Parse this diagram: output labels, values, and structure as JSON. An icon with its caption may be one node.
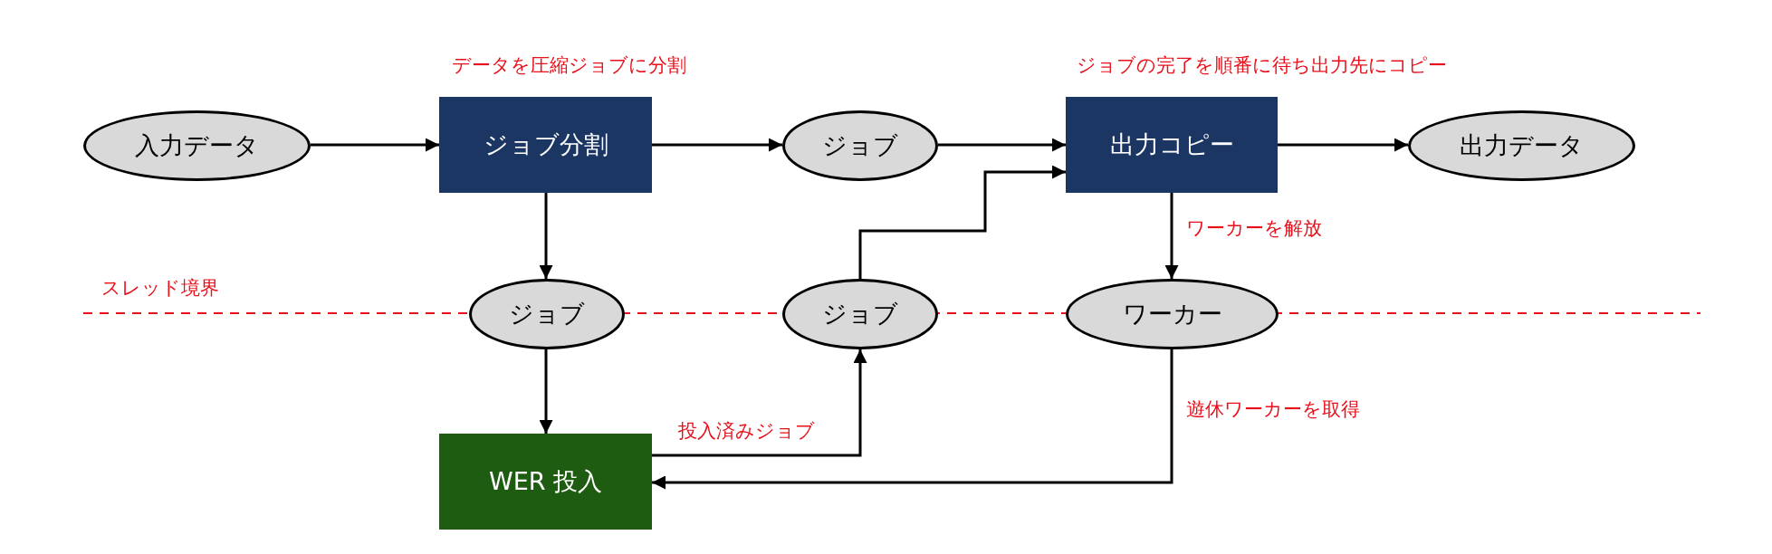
{
  "diagram": {
    "nodes": [
      {
        "text": [
          "入力データ"
        ]
      },
      {
        "text": [
          "ジョブ分割"
        ]
      },
      {
        "text": [
          "ジョブ"
        ]
      },
      {
        "text": [
          "出力コピー"
        ]
      },
      {
        "text": [
          "出力データ"
        ]
      },
      {
        "text": [
          "ジョブ"
        ]
      },
      {
        "text": [
          "ジョブ"
        ]
      },
      {
        "text": [
          "ワーカー"
        ]
      },
      {
        "text": [
          "WER 投入"
        ]
      }
    ],
    "edges": [
      {
        "from": 0,
        "to": 1,
        "arrow": "to"
      },
      {
        "from": 1,
        "to": 2,
        "arrow": "to"
      },
      {
        "from": 2,
        "to": 3,
        "arrow": "to"
      },
      {
        "from": 3,
        "to": 4,
        "arrow": "to"
      },
      {
        "from": 1,
        "to": 5,
        "arrow": "to"
      },
      {
        "from": 5,
        "to": 8,
        "arrow": "to"
      },
      {
        "from": 8,
        "to": 6,
        "arrow": "to",
        "label": "投入済みジョブ"
      },
      {
        "from": 6,
        "to": 3,
        "arrow": "to"
      },
      {
        "from": 3,
        "to": 7,
        "arrow": "to",
        "label": "ワーカーを解放"
      },
      {
        "from": 7,
        "to": 8,
        "arrow": "to",
        "label": "遊休ワーカーを取得"
      }
    ],
    "labels": [
      "データを圧縮ジョブに分割",
      "ジョブの完了を順番に待ち出力先にコピー",
      "スレッド境界"
    ]
  }
}
